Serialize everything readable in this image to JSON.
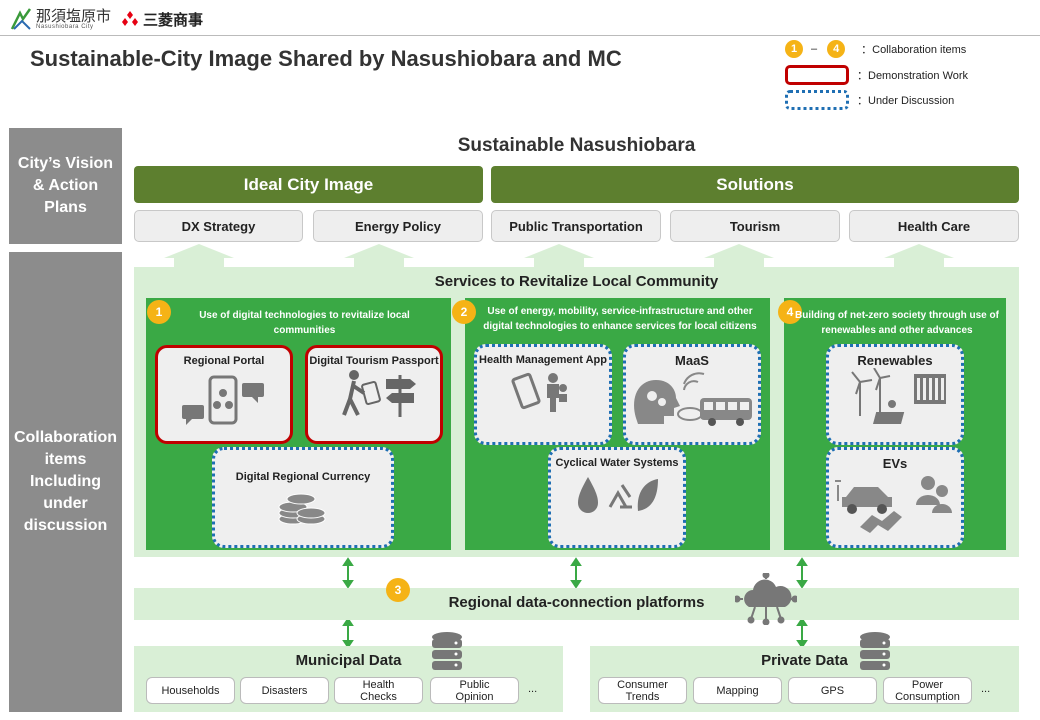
{
  "header": {
    "logo_city_jp": "那須塩原市",
    "logo_city_en": "Nasushiobara City",
    "logo_mc_jp": "三菱商事",
    "title": "Sustainable-City Image Shared by Nasushiobara and MC"
  },
  "legend": {
    "num_from": "1",
    "num_dash": "–",
    "num_to": "4",
    "collab_label": "：Collaboration items",
    "demo_label": "：Demonstration Work",
    "discussion_label": "：Under Discussion"
  },
  "side_labels": {
    "vision": "City’s Vision & Action Plans",
    "collab": "Collaboration items Including under discussion"
  },
  "vision": {
    "heading": "Sustainable Nasushiobara",
    "ideal": "Ideal City Image",
    "solutions": "Solutions",
    "pills": [
      "DX Strategy",
      "Energy Policy",
      "Public Transportation",
      "Tourism",
      "Health Care"
    ]
  },
  "services": {
    "heading": "Services to Revitalize Local Community",
    "panels": [
      {
        "num": "1",
        "text": "Use of digital technologies to revitalize local communities"
      },
      {
        "num": "2",
        "text": "Use of energy, mobility, service-infrastructure and other digital technologies to enhance services for local citizens"
      },
      {
        "num": "4",
        "text": "Building of net-zero society through use of renewables and other advances"
      }
    ],
    "cards": {
      "regional_portal": "Regional Portal",
      "tourism_passport": "Digital Tourism Passport",
      "regional_currency": "Digital Regional Currency",
      "health_app": "Health Management App",
      "maas": "MaaS",
      "water": "Cyclical Water Systems",
      "renewables": "Renewables",
      "evs": "EVs"
    }
  },
  "platform": {
    "num": "3",
    "label": "Regional data-connection platforms"
  },
  "municipal": {
    "title": "Municipal Data",
    "items": [
      "Households",
      "Disasters",
      "Health Checks",
      "Public Opinion"
    ],
    "ellipsis": "..."
  },
  "private": {
    "title": "Private Data",
    "items": [
      "Consumer Trends",
      "Mapping",
      "GPS",
      "Power Consumption"
    ],
    "ellipsis": "..."
  },
  "colors": {
    "dark_green": "#5d7f2f",
    "green_panel": "#3aa945",
    "light_green": "#d9efd6",
    "red_border": "#c00000",
    "blue_dotted": "#1f6fb3",
    "orange_num": "#f5b316",
    "side_gray": "#8c8c8c"
  }
}
